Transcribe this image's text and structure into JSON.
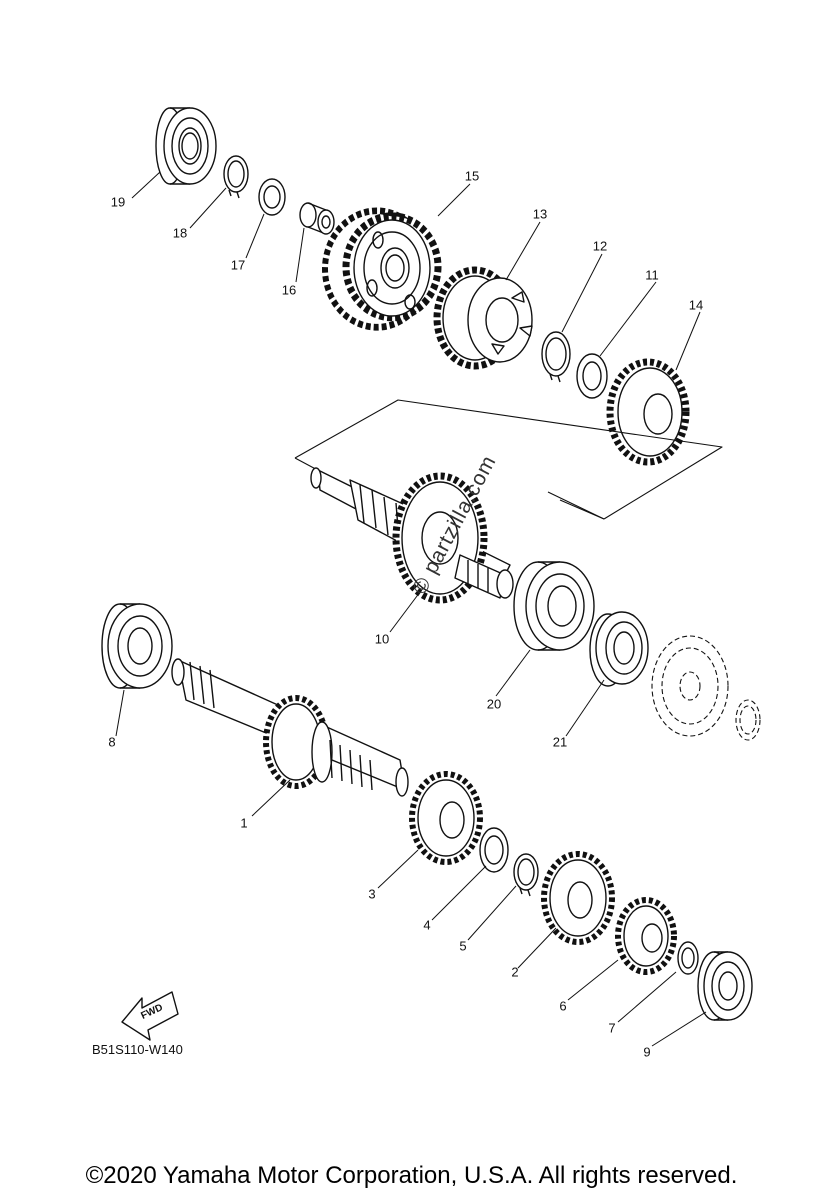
{
  "callouts": [
    "1",
    "2",
    "3",
    "4",
    "5",
    "6",
    "7",
    "8",
    "9",
    "10",
    "11",
    "12",
    "13",
    "14",
    "15",
    "16",
    "17",
    "18",
    "19",
    "20",
    "21"
  ],
  "fwd_label": "FWD",
  "diagram_code": "B51S110-W140",
  "watermark": "© partzilla.com",
  "copyright": "©2020 Yamaha Motor Corporation, U.S.A. All rights reserved.",
  "colors": {
    "ink": "#111111",
    "background": "#ffffff"
  }
}
